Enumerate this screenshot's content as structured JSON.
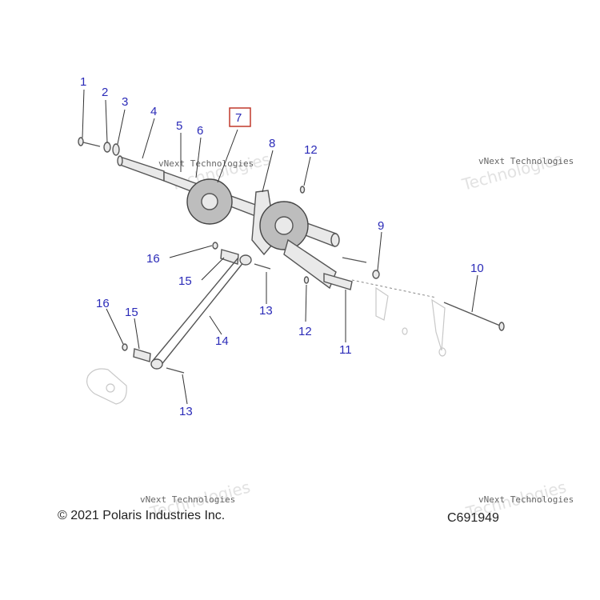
{
  "callouts": [
    "1",
    "2",
    "3",
    "4",
    "5",
    "6",
    "7",
    "8",
    "12",
    "9",
    "16",
    "15",
    "10",
    "13",
    "12",
    "11",
    "16",
    "15",
    "14",
    "13"
  ],
  "highlighted_callout": "7",
  "watermark": {
    "small": "vNext Technologies",
    "large": "Technologies"
  },
  "footer": {
    "copyright": "© 2021 Polaris Industries Inc.",
    "figure_id": "C691949"
  }
}
